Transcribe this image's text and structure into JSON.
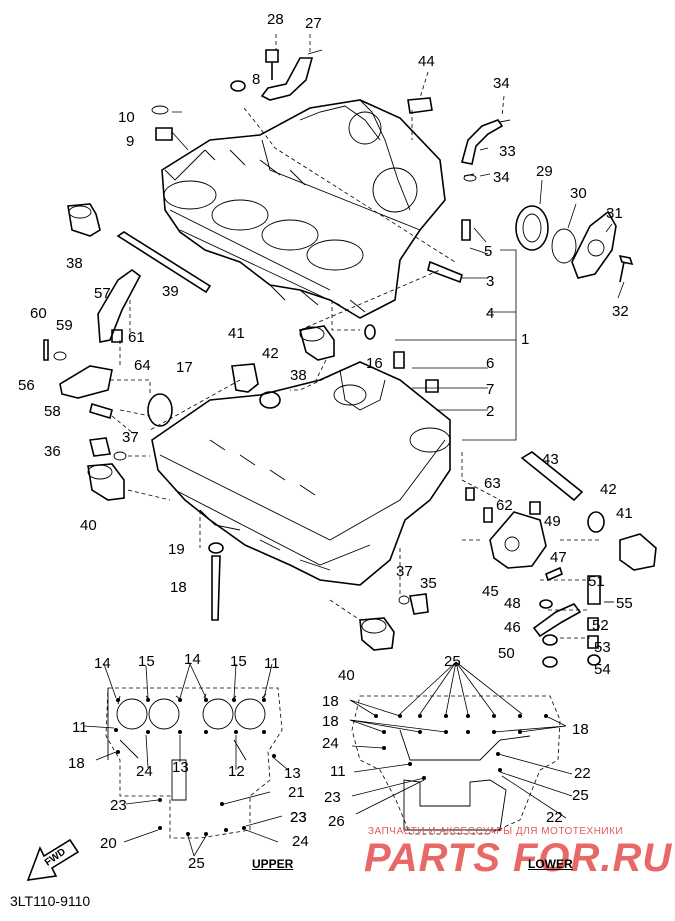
{
  "document_code": "3LT110-9110",
  "watermark": {
    "caption": "ЗАПЧАСТИ И АКСЕССУАРЫ ДЛЯ МОТОТЕХНИКИ",
    "brand": "PARTS FOR.RU"
  },
  "views": {
    "upper": "UPPER",
    "lower": "LOWER",
    "forward": "FWD"
  },
  "callouts": [
    "28",
    "27",
    "44",
    "8",
    "34",
    "10",
    "9",
    "33",
    "34",
    "29",
    "30",
    "31",
    "5",
    "38",
    "3",
    "4",
    "32",
    "39",
    "57",
    "1",
    "60",
    "59",
    "61",
    "41",
    "42",
    "38",
    "6",
    "64",
    "16",
    "7",
    "56",
    "17",
    "2",
    "58",
    "37",
    "36",
    "43",
    "63",
    "42",
    "62",
    "49",
    "41",
    "40",
    "19",
    "45",
    "47",
    "37",
    "35",
    "51",
    "18",
    "55",
    "48",
    "52",
    "46",
    "53",
    "50",
    "54",
    "40",
    "25",
    "14",
    "15",
    "14",
    "15",
    "11",
    "18",
    "18",
    "18",
    "11",
    "24",
    "18",
    "24",
    "13",
    "12",
    "13",
    "11",
    "22",
    "23",
    "23",
    "21",
    "23",
    "25",
    "23",
    "26",
    "22",
    "20",
    "24",
    "25"
  ],
  "colors": {
    "ink": "#000000",
    "paper": "#ffffff",
    "watermark": "#e23e3e"
  }
}
